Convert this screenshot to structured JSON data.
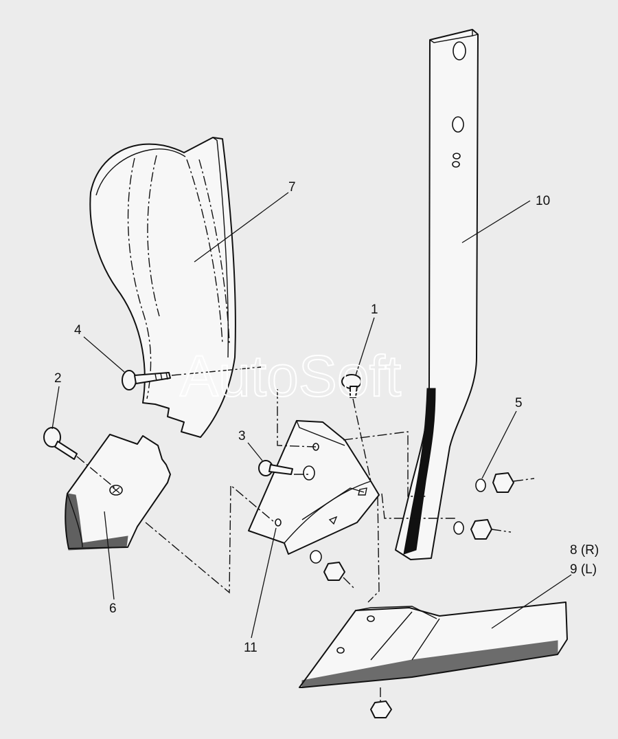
{
  "watermark": "AutoSoft",
  "callouts": [
    {
      "id": "1",
      "text": "1"
    },
    {
      "id": "2",
      "text": "2"
    },
    {
      "id": "3",
      "text": "3"
    },
    {
      "id": "4",
      "text": "4"
    },
    {
      "id": "5",
      "text": "5"
    },
    {
      "id": "6",
      "text": "6"
    },
    {
      "id": "7",
      "text": "7"
    },
    {
      "id": "8",
      "text": "8 (R)"
    },
    {
      "id": "9",
      "text": "9 (L)"
    },
    {
      "id": "10",
      "text": "10"
    },
    {
      "id": "11",
      "text": "11"
    }
  ],
  "colors": {
    "background": "#ececec",
    "line": "#111111",
    "fill": "#f7f7f7"
  }
}
